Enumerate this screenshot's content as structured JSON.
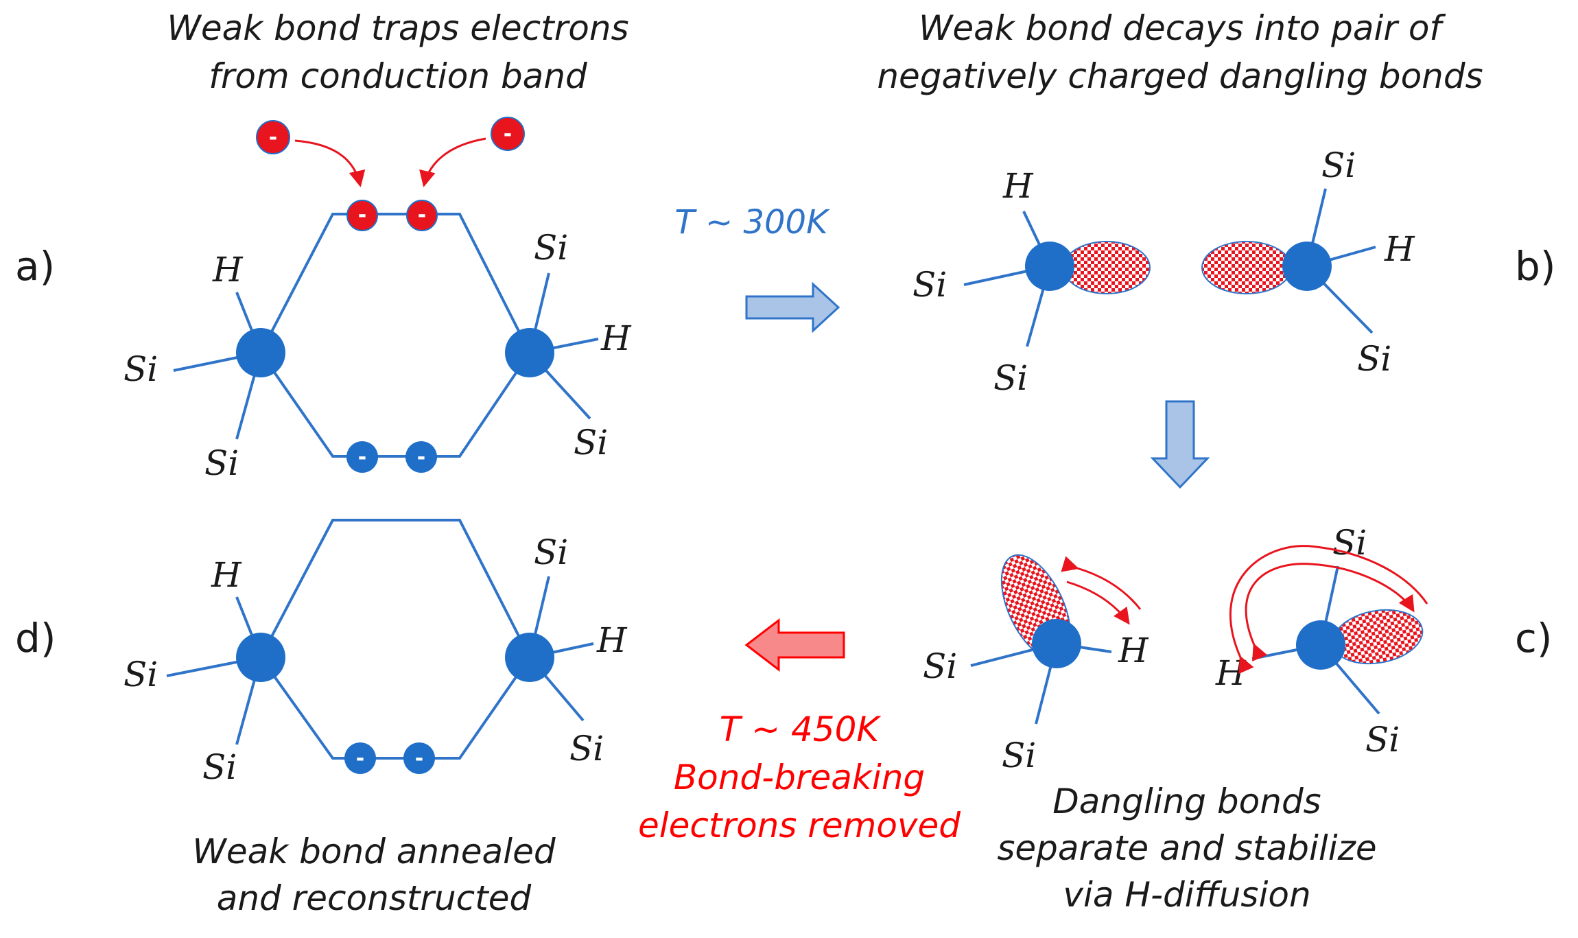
{
  "captions": {
    "top_left": [
      "Weak bond traps electrons",
      "from conduction band"
    ],
    "top_right": [
      "Weak bond decays into pair of",
      "negatively charged dangling bonds"
    ],
    "bottom_left": [
      "Weak bond annealed",
      "and reconstructed"
    ],
    "bottom_right": [
      "Dangling bonds",
      "separate and stabilize",
      "via H-diffusion"
    ],
    "step_ab": "T ~ 300K",
    "step_cd": [
      "T ~ 450K",
      "Bond-breaking",
      "electrons removed"
    ]
  },
  "panels": {
    "a": "a)",
    "b": "b)",
    "c": "c)",
    "d": "d)"
  },
  "atoms": {
    "si": "Si",
    "h": "H"
  },
  "electron_sign": "-",
  "colors": {
    "bond_blue": "#2f74c9",
    "nucleus_blue": "#1f6fc9",
    "electron_red": "#e8141e",
    "text_red": "#ff0000",
    "arrow_blue_fill": "#a9c4e6",
    "arrow_red_fill": "#f7898b"
  },
  "icons": {
    "step_ab": "right-arrow-icon",
    "step_bc": "down-arrow-icon",
    "step_cd": "left-arrow-icon",
    "lobe": "dangling-bond-orbital-icon"
  }
}
